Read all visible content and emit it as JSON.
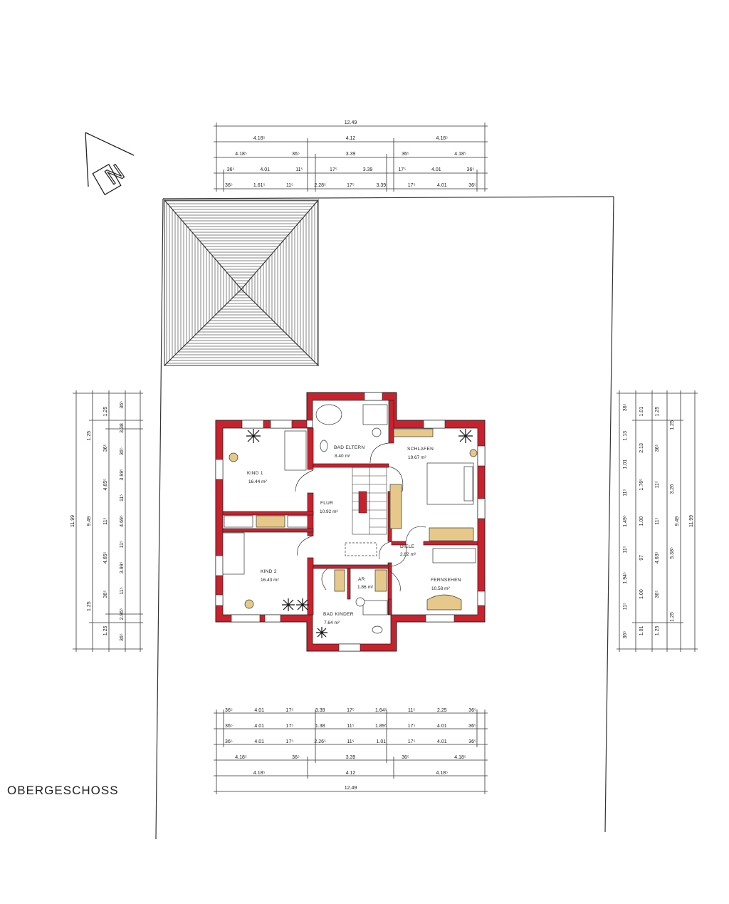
{
  "floor_title": "OBERGESCHOSS",
  "north_label": "N",
  "colors": {
    "wall": "#c8222e",
    "line": "#222222",
    "furniture": "#e6c98a",
    "window": "#ffffff"
  },
  "rooms": [
    {
      "name": "KIND 1",
      "area": "16.44 m²"
    },
    {
      "name": "BAD ELTERN",
      "area": "8.40 m²"
    },
    {
      "name": "SCHLAFEN",
      "area": "19.67 m²"
    },
    {
      "name": "FLUR",
      "area": "10.92 m²"
    },
    {
      "name": "DIELE",
      "area": "2.82 m²"
    },
    {
      "name": "KIND 2",
      "area": "16.43 m²"
    },
    {
      "name": "AR",
      "area": "1.86 m²"
    },
    {
      "name": "FERNSEHEN",
      "area": "10.58 m²"
    },
    {
      "name": "BAD KINDER",
      "area": "7.64 m²"
    }
  ],
  "dimensions": {
    "top": [
      [
        "12.49"
      ],
      [
        "4.18⁵",
        "4.12",
        "4.18⁵"
      ],
      [
        "4.18⁵",
        "36⁵",
        "3.39",
        "36⁵",
        "4.18⁵"
      ],
      [
        "36⁵",
        "4.01",
        "11⁵",
        "17⁵",
        "3.39",
        "17⁵",
        "4.01",
        "36⁵"
      ],
      [
        "36⁵",
        "1.61⁵",
        "11⁵",
        "2.28⁵",
        "17⁵",
        "3.39",
        "17⁵",
        "4.01",
        "36⁵"
      ]
    ],
    "bottom": [
      [
        "36⁵",
        "4.01",
        "17⁵",
        "3.39",
        "17⁵",
        "1.64⁵",
        "11⁵",
        "2.25",
        "36⁵"
      ],
      [
        "36⁵",
        "4.01",
        "17⁵",
        "1.38",
        "11⁵",
        "1.89⁵",
        "17⁵",
        "4.01",
        "36⁵"
      ],
      [
        "36⁵",
        "4.01",
        "17⁵",
        "2.26⁵",
        "11⁵",
        "1.01",
        "17⁵",
        "4.01",
        "36⁵"
      ],
      [
        "4.18⁵",
        "36⁵",
        "3.39",
        "36⁵",
        "4.18⁵"
      ],
      [
        "4.18⁵",
        "4.12",
        "4.18⁵"
      ],
      [
        "12.49"
      ]
    ],
    "left": [
      [
        "11.99"
      ],
      [
        "1.25",
        "9.49",
        "1.25"
      ],
      [
        "1.25",
        "36⁵",
        "4.65⁵",
        "11⁵",
        "4.65⁵",
        "36⁵",
        "1.25"
      ],
      [
        "36⁵",
        "2.95⁵",
        "11⁵",
        "3.99⁵",
        "11⁵",
        "4.69⁵",
        "11⁵",
        "3.99⁵",
        "36⁵",
        "3.38",
        "36⁵"
      ]
    ],
    "right": [
      [
        "36⁵",
        "11⁵",
        "1.94⁵",
        "11⁵",
        "1.49⁵",
        "11⁵",
        "1.01",
        "1.13",
        "36⁵"
      ],
      [
        "1.01",
        "1.00",
        "97",
        "1.00",
        "1.76⁵",
        "2.13",
        "1.01"
      ],
      [
        "1.25",
        "36⁵",
        "4.63⁵",
        "11⁵",
        "11⁵",
        "36⁵",
        "1.25"
      ],
      [
        "1.25",
        "5.38⁵",
        "3.26",
        "1.25"
      ],
      [
        "9.49"
      ],
      [
        "11.99"
      ]
    ]
  }
}
